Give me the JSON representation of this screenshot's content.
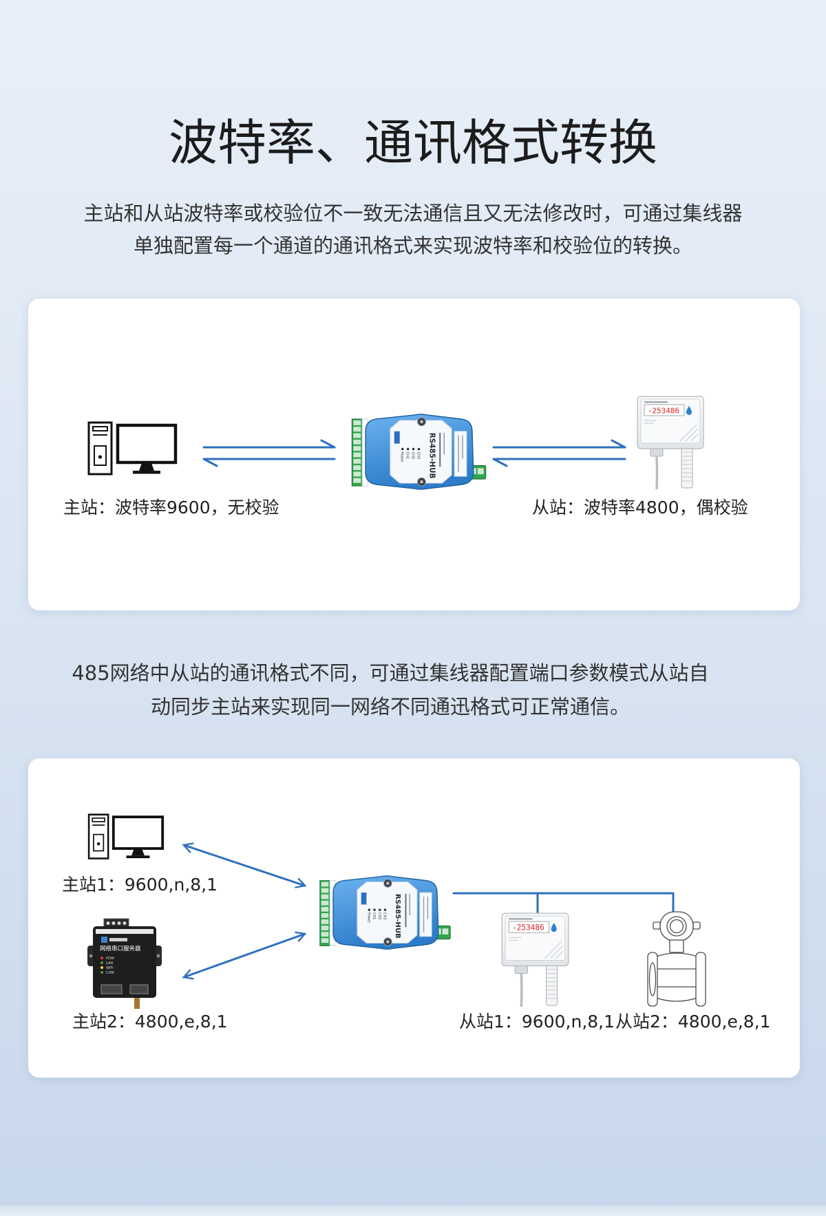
{
  "header": {
    "title": "波特率、通讯格式转换",
    "subtitle_lines": [
      "主站和从站波特率或校验位不一致无法通信且又无法修改时，可通过集线器",
      "单独配置每一个通道的通讯格式来实现波特率和校验位的转换。"
    ]
  },
  "scenario1": {
    "master_label": "主站：波特率9600，无校验",
    "slave_label": "从站：波特率4800，偶校验"
  },
  "scenario2": {
    "intro_lines": [
      "485网络中从站的通讯格式不同，可通过集线器配置端口参数模式从站自",
      "动同步主站来实现同一网络不同通迅格式可正常通信。"
    ],
    "master1_label": "主站1：9600,n,8,1",
    "master2_label": "主站2：4800,e,8,1",
    "slave1_label": "从站1：9600,n,8,1",
    "slave2_label": "从站2：4800,e,8,1"
  },
  "devices": {
    "hub_model": "RS485-HUB",
    "hub_led_labels": [
      "Power",
      "CH1",
      "CH2",
      "CH3"
    ],
    "sensor_display": "-253486",
    "gateway_name": "网络串口服务器",
    "gateway_led_labels": [
      "POW",
      "LAN",
      "WIFI",
      "COM"
    ]
  },
  "icons": {
    "master_station": "desktop-computer-icon",
    "hub": "rs485-hub-device-icon",
    "slave_sensor": "temperature-humidity-sensor-icon",
    "gateway": "serial-server-icon",
    "flowmeter": "flowmeter-icon",
    "link": "bidirectional-arrow-icon"
  },
  "colors": {
    "accent": "#2e6fbf",
    "background_top": "#e8eff8",
    "background_mid": "#dae5f2",
    "background_bottom": "#c7d7eb",
    "card": "#ffffff",
    "title": "#1c1c1c",
    "body_text": "#333333",
    "hub_blue": "#3a8fd9",
    "terminal_green": "#30a64d",
    "led_red": "#e0242a"
  }
}
